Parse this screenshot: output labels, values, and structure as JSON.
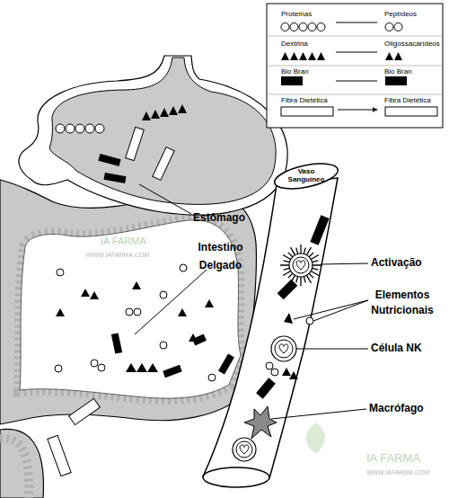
{
  "diagram": {
    "nodes": [
      {
        "text": [
          "Vaso Sanguíneo"
        ]
      }
    ],
    "labels": [
      "Estômago",
      "Intestino Delgado",
      "Activação",
      "Elementos Nutricionais",
      "Célula NK",
      "Macrófago",
      "IA FARMA",
      "WWW.IAFARMA.COM",
      "IA FARMA",
      "WWW.IAFARMA.COM"
    ],
    "legend": [
      {
        "text": "Proteínas"
      },
      {
        "text": "Peptídeos"
      },
      {
        "text": "Dextrina"
      },
      {
        "text": "Oligossacarídeos"
      },
      {
        "text": "Bio Bran"
      },
      {
        "text": "Bio Bran"
      },
      {
        "text": "Fibra Dietética"
      },
      {
        "text": "Fibra Dietética"
      }
    ]
  }
}
